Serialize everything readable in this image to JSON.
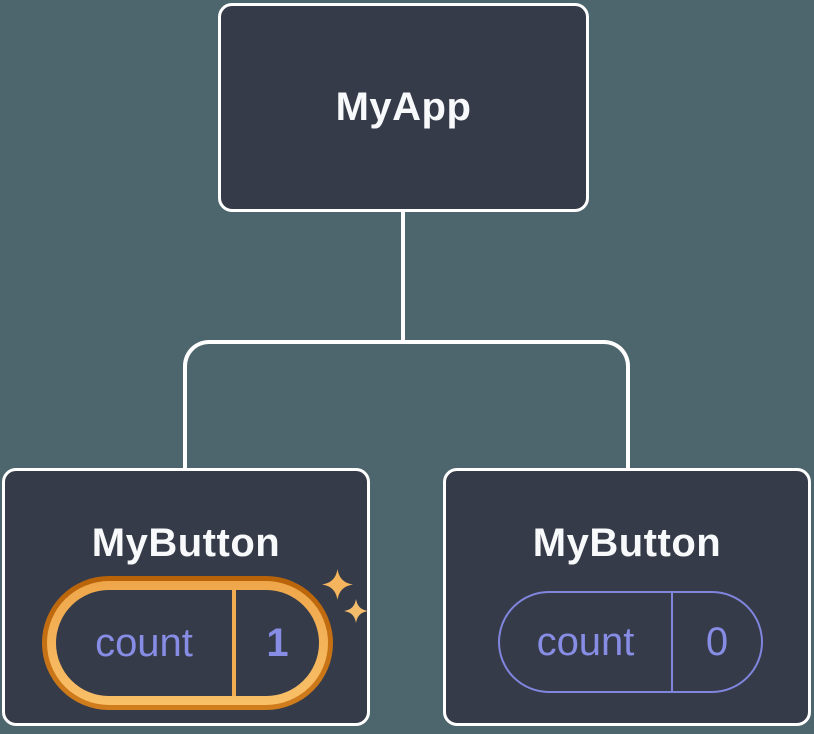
{
  "diagram": {
    "root": {
      "label": "MyApp"
    },
    "children": [
      {
        "label": "MyButton",
        "state": {
          "name": "count",
          "value": "1"
        },
        "highlighted": true,
        "has_sparkles": true
      },
      {
        "label": "MyButton",
        "state": {
          "name": "count",
          "value": "0"
        },
        "highlighted": false,
        "has_sparkles": false
      }
    ],
    "icons": {
      "sparkle_big": "sparkle-icon",
      "sparkle_small": "sparkle-icon"
    },
    "colors": {
      "background": "#4d666d",
      "node_fill": "#353b48",
      "node_border": "#ffffff",
      "connector": "#ffffff",
      "node_text": "#f8f9fb",
      "state_text": "#878ce4",
      "pill_border_normal": "#8085de",
      "highlight_gold": "#f3ac52",
      "highlight_orange": "#c4720e",
      "sparkle": "#f4b55e"
    }
  }
}
